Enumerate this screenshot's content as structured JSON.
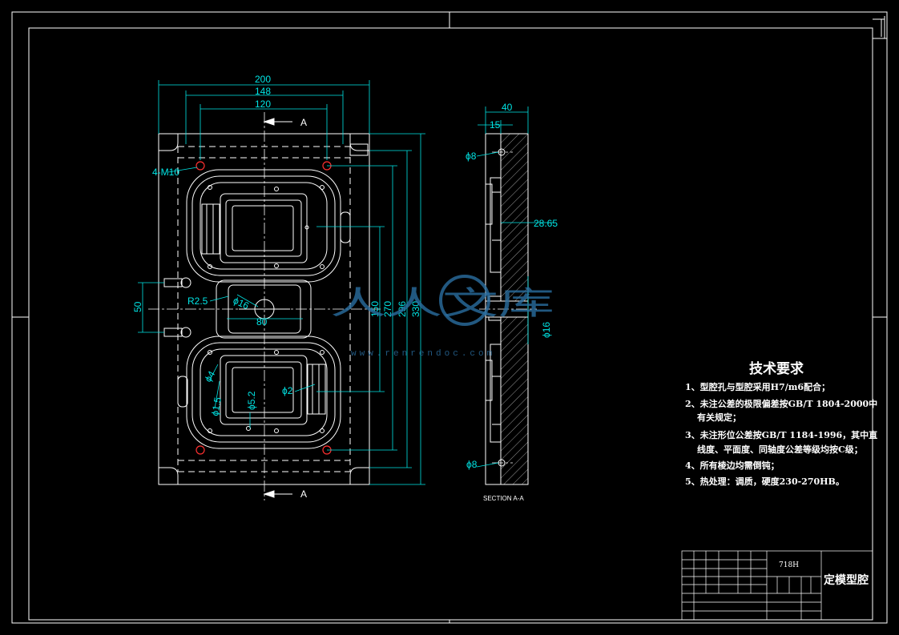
{
  "drawing": {
    "front_view": {
      "dims_horizontal": [
        "200",
        "148",
        "120"
      ],
      "dims_vertical": [
        "150",
        "270",
        "296",
        "330"
      ],
      "dim_left_50": "50",
      "section_marker": "A",
      "callouts": {
        "holes": "4-M10",
        "r25": "R2.5",
        "d16": "ϕ16",
        "d80": "80",
        "d4": "ϕ4",
        "d15": "ϕ1.5",
        "d52": "ϕ5.2",
        "d2": "ϕ2"
      }
    },
    "section_view": {
      "dim_40": "40",
      "dim_15": "15",
      "d8_top": "ϕ8",
      "dim_2865": "28.65",
      "d16": "ϕ16",
      "d8_bottom": "ϕ8",
      "caption": "SECTION A-A"
    },
    "watermark": {
      "text": "人人文库",
      "url": "www.renrendoc.com"
    },
    "tech_requirements": {
      "title": "技术要求",
      "items": [
        "1、型腔孔与型腔采用H7/m6配合；",
        "2、未注公差的极限偏差按GB/T 1804-2000中",
        "有关规定；",
        "3、未注形位公差按GB/T 1184-1996，其中直",
        "线度、平面度、同轴度公差等级均按C级；",
        "4、所有棱边均需倒钝；",
        "5、热处理：调质，硬度230-270HB。"
      ]
    },
    "title_block": {
      "material": "718H",
      "part_name": "定模型腔"
    }
  },
  "colors": {
    "background": "#000000",
    "outline": "#ffffff",
    "dimension": "#00e5e5",
    "marker": "#ff3030",
    "watermark": "#2a6ea0"
  }
}
